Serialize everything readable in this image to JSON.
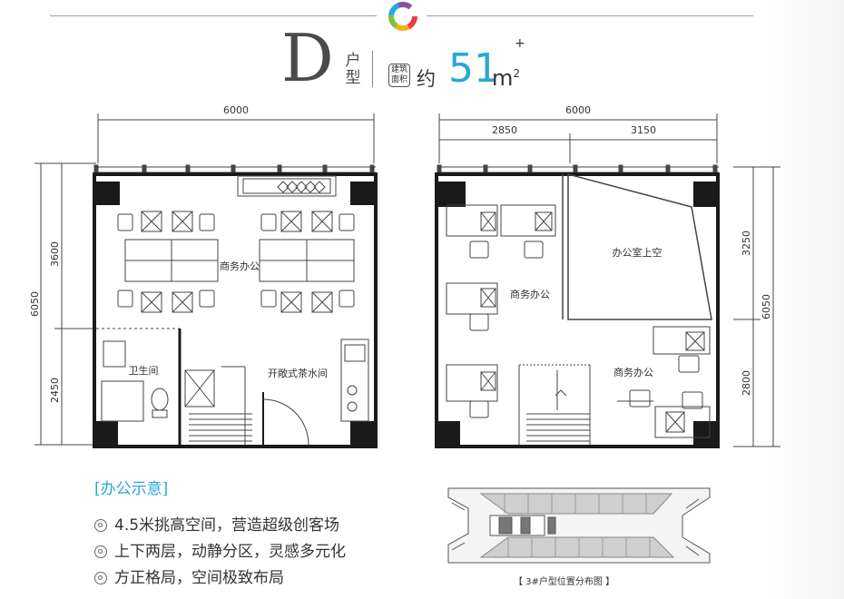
{
  "unit_letter": "D",
  "unit_type": "户型",
  "area_badge": [
    "建筑",
    "面积"
  ],
  "area_approx": "约",
  "area_value": "51",
  "area_unit": "m",
  "area_unit_sup": "2",
  "plus_mark": "+",
  "lower_plan": {
    "width_dim": "6000",
    "left_dims": [
      "6050",
      "3600",
      "2450"
    ],
    "room_labels": [
      "商务办公",
      "卫生间",
      "开敞式茶水间"
    ]
  },
  "upper_plan": {
    "width_dim": "6000",
    "sub_dims": [
      "2850",
      "3150"
    ],
    "right_dims": [
      "3250",
      "2800",
      "6050"
    ],
    "room_labels": [
      "办公室上空",
      "商务办公",
      "商务办公"
    ]
  },
  "section_title": "[办公示意]",
  "features": [
    "4.5米挑高空间，营造超级创客场",
    "上下两层，动静分区，灵感多元化",
    "方正格局，空间极致布局"
  ],
  "location_caption": "【 3#户型位置分布图 】",
  "colors": {
    "accent": "#2aa7d8",
    "wall": "#1a1a1a",
    "line": "#444444"
  }
}
